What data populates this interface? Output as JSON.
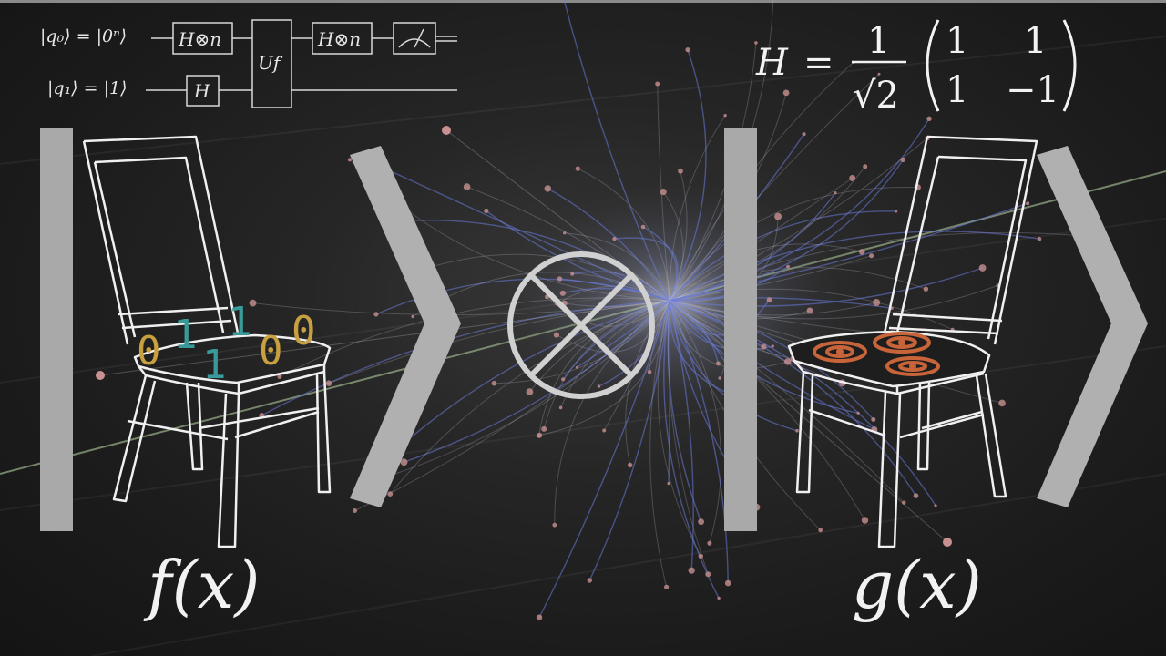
{
  "circuit": {
    "q0_label": "|q₀⟩ = |0ⁿ⟩",
    "q1_label": "|q₁⟩ = |1⟩",
    "gate_h_n": "H⊗n",
    "gate_h_n_2": "H⊗n",
    "gate_h": "H",
    "gate_uf": "Uf"
  },
  "matrix": {
    "lhs": "H",
    "equals": "=",
    "numerator": "1",
    "denominator": "√2",
    "a11": "1",
    "a12": "1",
    "a21": "1",
    "a22": "−1"
  },
  "binary_digits": [
    {
      "text": "0",
      "color": "#c8a040"
    },
    {
      "text": "1",
      "color": "#3a9a9a"
    },
    {
      "text": "1",
      "color": "#3a9a9a"
    },
    {
      "text": "1",
      "color": "#3a9a9a"
    },
    {
      "text": "0",
      "color": "#c8a040"
    },
    {
      "text": "0",
      "color": "#c8a040"
    }
  ],
  "functions": {
    "left": "f(x)",
    "right": "g(x)"
  },
  "colors": {
    "bar": "#a9a9a9",
    "chair_stroke": "#f0f0f0",
    "spiral": "#c8643a",
    "particles": "#c89090",
    "jets": "#6a7ad8",
    "tensor_circle": "#d0d0d0"
  },
  "icons": {
    "left_chair": "chair-icon",
    "right_chair": "chair-icon",
    "tensor_product": "otimes-icon",
    "measurement": "meter-icon"
  }
}
